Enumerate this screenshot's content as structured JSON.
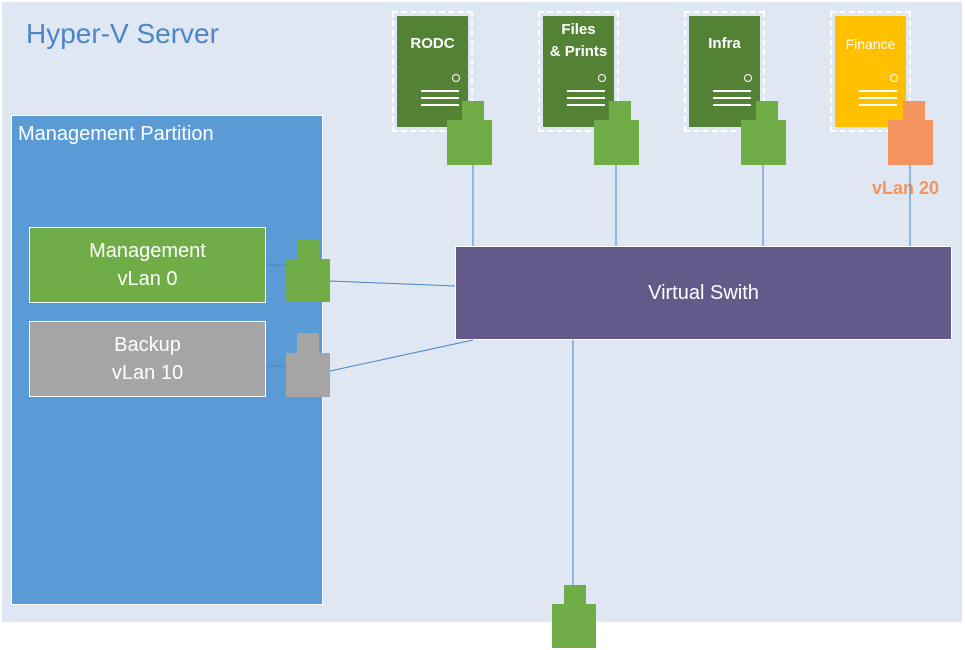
{
  "diagram": {
    "title": "Hyper-V Server",
    "management_partition": {
      "label": "Management Partition",
      "nics": [
        {
          "line1": "Management",
          "line2": "vLan 0",
          "color": "#70ad47"
        },
        {
          "line1": "Backup",
          "line2": "vLan 10",
          "color": "#a5a5a5"
        }
      ]
    },
    "virtual_switch": {
      "label": "Virtual Swith",
      "color": "#635a8a"
    },
    "vms": [
      {
        "line1": "RODC",
        "line2": "",
        "color": "#548235"
      },
      {
        "line1": "Files",
        "line2": "& Prints",
        "color": "#548235"
      },
      {
        "line1": "Infra",
        "line2": "",
        "color": "#548235"
      },
      {
        "line1": "Finance",
        "line2": "",
        "color": "#ffc000"
      }
    ],
    "vlan_tag": {
      "label": "vLan 20",
      "color": "#f4955f"
    },
    "colors": {
      "server_background": "#dfe7f3",
      "title": "#4a86c8",
      "partition": "#5b9bd5",
      "port_green": "#70ad47",
      "port_gray": "#a5a5a5",
      "port_orange": "#f4955f",
      "link": "#4a86c8"
    },
    "icons": [
      "network-port-icon",
      "server-icon"
    ]
  }
}
